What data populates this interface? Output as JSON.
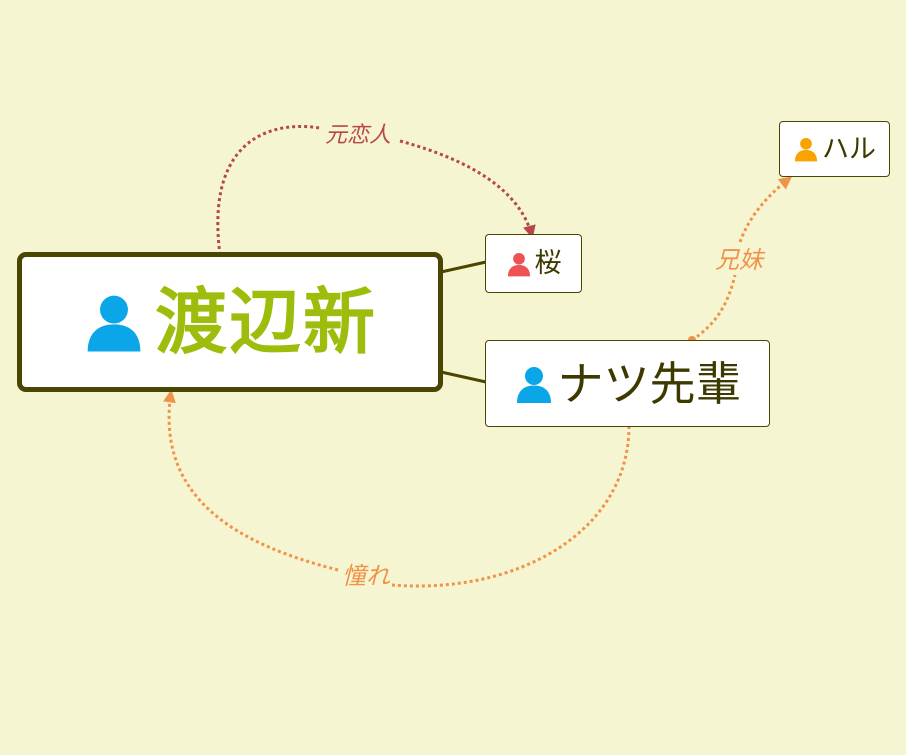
{
  "map": {
    "central": {
      "label": "渡辺新",
      "icon": "person-icon",
      "icon_color": "#0aa6e8",
      "text_color": "#9cbd0c",
      "border_color": "#4a4500"
    },
    "children": [
      {
        "id": "sakura",
        "label": "桜",
        "icon": "person-icon",
        "icon_color": "#ee5353"
      },
      {
        "id": "natsu",
        "label": "ナツ先輩",
        "icon": "person-icon",
        "icon_color": "#0aa6e8"
      },
      {
        "id": "haru",
        "label": "ハル",
        "icon": "person-icon",
        "icon_color": "#f8a300"
      }
    ],
    "relationships": [
      {
        "id": "ex-lover",
        "label": "元恋人",
        "from": "渡辺新",
        "to": "桜",
        "color": "#b64848"
      },
      {
        "id": "siblings",
        "label": "兄妹",
        "from": "ナツ先輩",
        "to": "ハル",
        "color": "#f0934a"
      },
      {
        "id": "admiration",
        "label": "憧れ",
        "from": "ナツ先輩",
        "to": "渡辺新",
        "color": "#f0934a"
      }
    ]
  },
  "colors": {
    "background": "#f5f6d1",
    "connector": "#4a4500"
  }
}
